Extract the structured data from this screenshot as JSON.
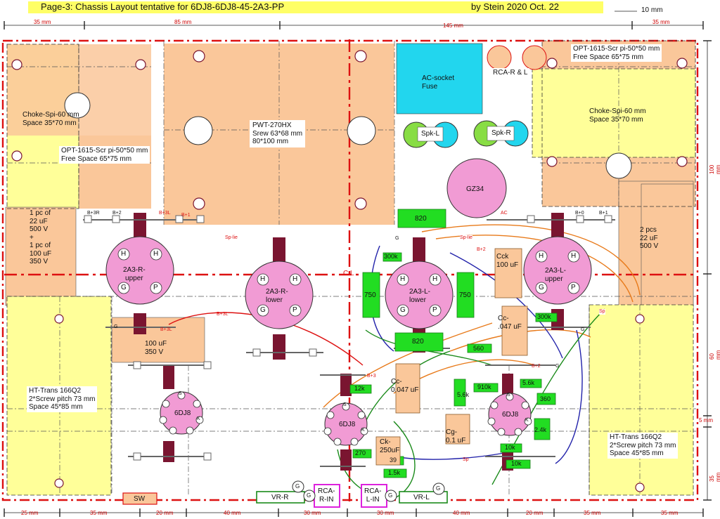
{
  "header": {
    "title": "Page-3: Chassis Layout tentative for 6DJ8-6DJ8-45-2A3-PP",
    "author": "by Stein   2020 Oct. 22",
    "scale": "10 mm"
  },
  "top_dims": [
    "35 mm",
    "85 mm",
    "145 mm",
    "35 mm"
  ],
  "bottom_dims": [
    "25 mm",
    "35 mm",
    "20 mm",
    "40 mm",
    "30 mm",
    "30 mm",
    "40 mm",
    "20 mm",
    "35 mm",
    "35 mm"
  ],
  "right_dims": [
    "100 mm",
    "60 mm",
    "5 mm",
    "35 mm"
  ],
  "components": {
    "choke_left": "Choke-Spi-60 mm\nSpace 35*70 mm",
    "opt_left": "OPT-1615-Scr pi-50*50 mm\nFree Space 65*75 mm",
    "pwt": "PWT-270HX\nSrew 63*68 mm\n80*100 mm",
    "ac_socket": "AC-socket\nFuse",
    "rca_out": "RCA-R & L",
    "opt_right": "OPT-1615-Scr pi-50*50 mm\nFree Space 65*75 mm",
    "choke_right": "Choke-Spi-60 mm\nSpace 35*70 mm",
    "spk_l": "Spk-L",
    "spk_r": "Spk-R",
    "gz34": "GZ34",
    "cap_left": "1 pc of\n22 uF\n500 V\n+\n1 pc of\n100 uF\n350 V",
    "cap_right": "2 pcs\n22 uF\n500 V",
    "cap_mid": "100 uF\n350 V",
    "ht_left": "HT-Trans 166Q2\n2*Screw pitch 73 mm\nSpace 45*85 mm",
    "ht_right": "HT-Trans 166Q2\n2*Screw pitch 73 mm\nSpace 45*85 mm",
    "tube_2a3_r_upper": "2A3-R-\nupper",
    "tube_2a3_r_lower": "2A3-R-\nlower",
    "tube_2a3_l_lower": "2A3-L-\nlower",
    "tube_2a3_l_upper": "2A3-L-\nupper",
    "tube_6dj8_a": "6DJ8",
    "tube_6dj8_b": "6DJ8",
    "tube_6dj8_c": "6DJ8",
    "cck": "Cck\n100 uF",
    "cc_047_right": "Cc-\n.047 uF",
    "cc_047_mid": "Cc-\n0.047 uF",
    "cg": "Cg-\n0.1 uF",
    "ck": "Ck-\n250uF",
    "cl": "C.L",
    "sw": "SW",
    "vr_r": "VR-R",
    "vr_l": "VR-L",
    "rca_r_in": "RCA-\nR-IN",
    "rca_l_in": "RCA-\nL-IN"
  },
  "pins": {
    "h": "H",
    "g": "G",
    "p": "P",
    "k": "K",
    "s": "S"
  },
  "resistors": [
    "820",
    "300k",
    "750",
    "750",
    "820",
    "560",
    "300k",
    "12k",
    "5.6k",
    "910k",
    "5.6k",
    "360",
    "2.4k",
    "270",
    "39",
    "1.5k",
    "10k",
    "10k"
  ],
  "tags": [
    "B+3R",
    "B+2",
    "B+3L",
    "B+1",
    "AC",
    "B+0",
    "B+1",
    "Sp-lie",
    "Sp-lie",
    "B+2",
    "G",
    "G",
    "B+3L",
    "B+3L",
    "B+3",
    "B+2",
    "G",
    "Sp",
    "Sp",
    "G",
    "G",
    "G",
    "G",
    "G"
  ],
  "colors": {
    "orange": "#fac79a",
    "yellow": "#ffff99",
    "pink": "#f19bd4",
    "cyan": "#22d6ee",
    "green": "#22dd22",
    "red": "#dd1111",
    "maroon": "#7a1530",
    "magenta": "#dd22dd"
  }
}
